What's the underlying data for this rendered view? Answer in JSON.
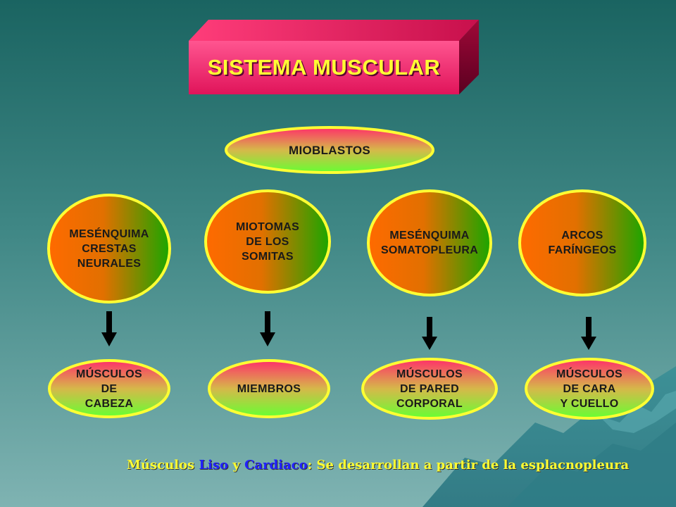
{
  "title": "SISTEMA MUSCULAR",
  "root": {
    "label": "MIOBLASTOS"
  },
  "sources": [
    {
      "label": "MESÉNQUIMA\nCRESTAS\nNEURALES"
    },
    {
      "label": "MIOTOMAS\nDE LOS\nSOMITAS"
    },
    {
      "label": "MESÉNQUIMA\nSOMATOPLEURA"
    },
    {
      "label": "ARCOS\nFARÍNGEOS"
    }
  ],
  "results": [
    {
      "label": "MÚSCULOS\nDE\nCABEZA"
    },
    {
      "label": "MIEMBROS"
    },
    {
      "label": "MÚSCULOS\nDE PARED\nCORPORAL"
    },
    {
      "label": "MÚSCULOS\nDE CARA\nY CUELLO"
    }
  ],
  "footer": {
    "part1": "Músculos  ",
    "part2": "Liso",
    "part3": "  y ",
    "part4": "Cardiaco",
    "part5": ":  Se desarrollan  a partir de la esplacnopleura"
  },
  "colors": {
    "title_box": "#ee2a6e",
    "title_text": "#ffff33",
    "node_orange": "#ff6a00",
    "node_green": "#22aa00",
    "node_border": "#ffff33",
    "pink": "#ff3d6e",
    "lime": "#66ff33",
    "liso": "#2222ff",
    "cardiaco": "#2222ff"
  }
}
